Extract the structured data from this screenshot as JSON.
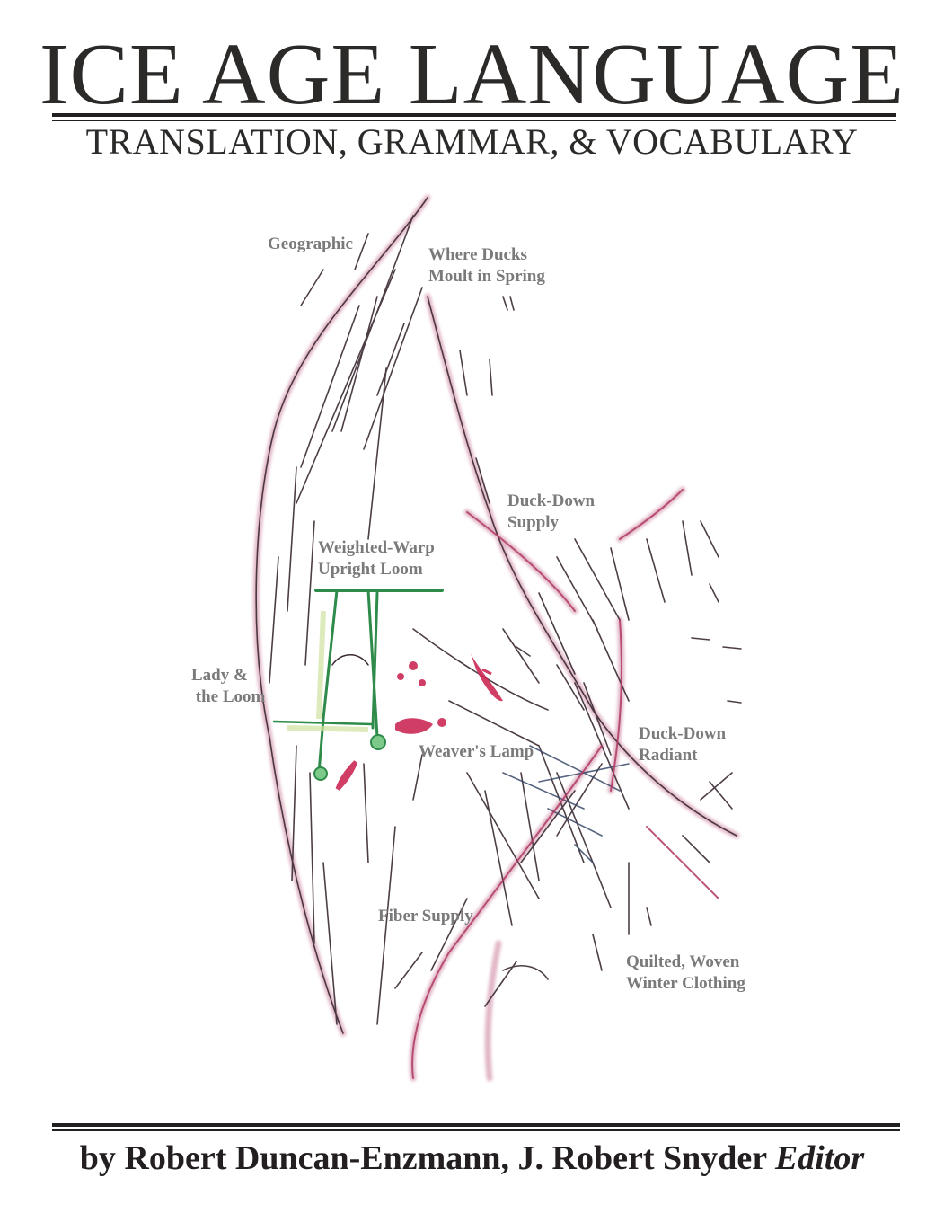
{
  "cover": {
    "title": "ICE AGE LANGUAGE",
    "subtitle": "TRANSLATION, GRAMMAR, & VOCABULARY",
    "byline": "by Robert Duncan-Enzmann, J. Robert Snyder",
    "editor_label": "Editor"
  },
  "illustration": {
    "labels": {
      "geographic": "Geographic",
      "where_ducks_1": "Where Ducks",
      "where_ducks_2": "Moult in Spring",
      "duck_down_supply_1": "Duck-Down",
      "duck_down_supply_2": "Supply",
      "loom_1": "Weighted-Warp",
      "loom_2": "Upright Loom",
      "lady_1": "Lady &",
      "lady_2": " the Loom",
      "weavers_lamp": "Weaver's Lamp",
      "duck_down_radiant_1": "Duck-Down",
      "duck_down_radiant_2": "Radiant",
      "fiber_supply": "Fiber Supply",
      "clothing_1": "Quilted, Woven",
      "clothing_2": "Winter Clothing"
    },
    "colors": {
      "ink": "#3a2a33",
      "pink": "#b03a64",
      "green": "#2e8b4a",
      "label": "#7a7a7a",
      "lamp_red": "#cc2a55"
    }
  }
}
